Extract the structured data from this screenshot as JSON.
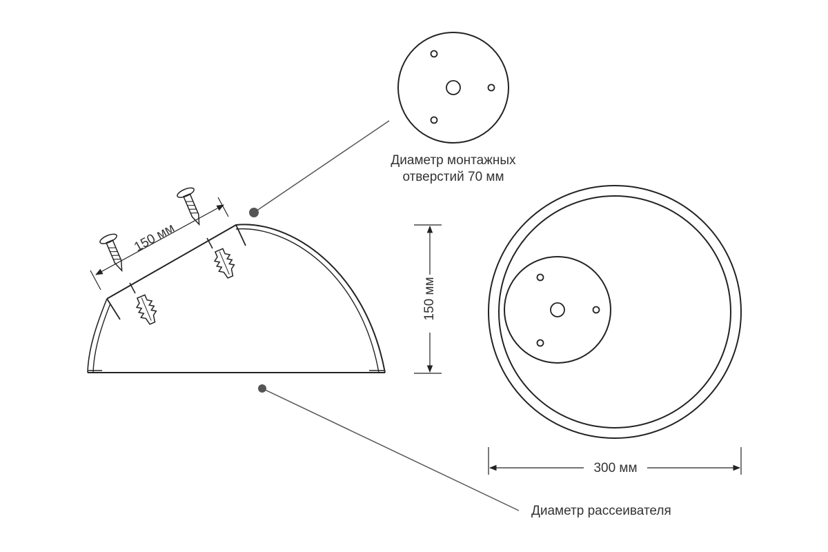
{
  "labels": {
    "mount_hole_diameter_line1": "Диаметр монтажных",
    "mount_hole_diameter_line2": "отверстий 70 мм",
    "screw_spacing": "150 мм",
    "height": "150 мм",
    "width": "300 мм",
    "diffuser_diameter": "Диаметр рассеивателя"
  },
  "colors": {
    "line": "#222222",
    "callout": "#555555",
    "text": "#333333"
  }
}
